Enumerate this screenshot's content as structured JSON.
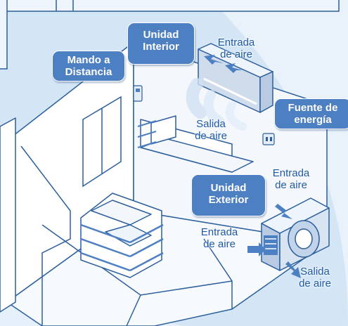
{
  "colors": {
    "background": "#d4e6f6",
    "callout": "#4d7fc3",
    "label_text": "#1f5aa8",
    "line": "#2c5f9e"
  },
  "callouts": {
    "remote": "Mando a\nDistancia",
    "indoor": "Unidad\nInterior",
    "power": "Fuente de\nenergía",
    "outdoor": "Unidad\nExterior"
  },
  "labels": {
    "indoor_air_in": "Entrada\nde aire",
    "indoor_air_out": "Salida\nde aire",
    "outdoor_air_in_top": "Entrada\nde aire",
    "outdoor_air_in_left": "Entrada\nde aire",
    "outdoor_air_out": "Salida\nde aire"
  }
}
